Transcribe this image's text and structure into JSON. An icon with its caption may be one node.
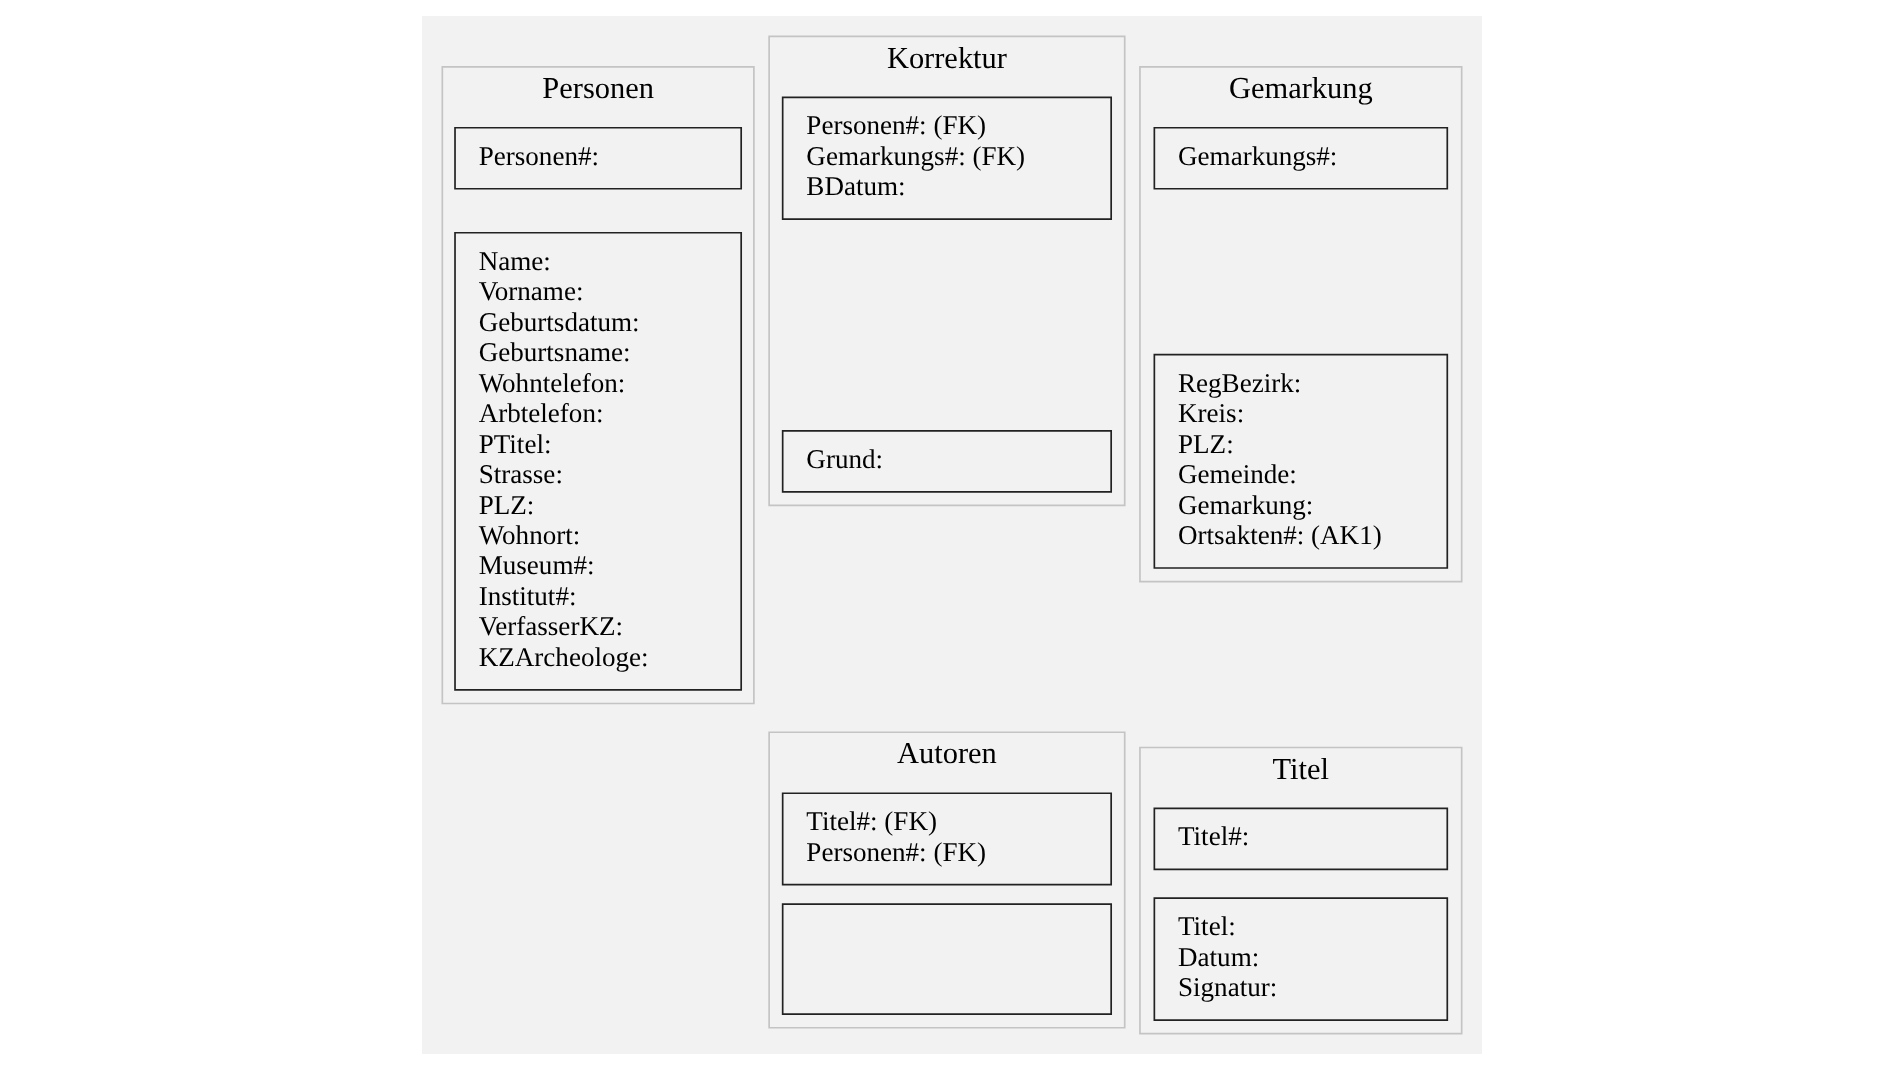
{
  "diagram": {
    "nodes": [
      {
        "text": [
          "Personen"
        ]
      },
      {
        "text": [
          "Personen#:"
        ],
        "in": 0
      },
      {
        "text": [
          "Name:",
          "Vorname:",
          "Geburtsdatum:",
          "Geburtsname:",
          "Wohntelefon:",
          "Arbtelefon:",
          "PTitel:",
          "Strasse:",
          "PLZ:",
          "Wohnort:",
          "Museum#:",
          "Institut#:",
          "VerfasserKZ:",
          "KZArcheologe:"
        ],
        "in": 0
      },
      {
        "text": [
          "Korrektur"
        ]
      },
      {
        "text": [
          "Personen#: (FK)",
          "Gemarkungs#: (FK)",
          "BDatum:"
        ],
        "in": 3
      },
      {
        "text": [
          "Grund:"
        ],
        "in": 3
      },
      {
        "text": [
          "Gemarkung"
        ]
      },
      {
        "text": [
          "Gemarkungs#:"
        ],
        "in": 6
      },
      {
        "text": [
          "RegBezirk:",
          "Kreis:",
          "PLZ:",
          "Gemeinde:",
          "Gemarkung:",
          "Ortsakten#: (AK1)"
        ],
        "in": 6
      },
      {
        "text": [
          "Autoren"
        ]
      },
      {
        "text": [
          "Titel#: (FK)",
          "Personen#: (FK)"
        ],
        "in": 9
      },
      {
        "text": [],
        "shape": "box",
        "in": 9
      },
      {
        "text": [
          "Titel"
        ]
      },
      {
        "text": [
          "Titel#:"
        ],
        "in": 12
      },
      {
        "text": [
          "Titel:",
          "Datum:",
          "Signatur:"
        ],
        "in": 12
      }
    ],
    "edges": []
  }
}
